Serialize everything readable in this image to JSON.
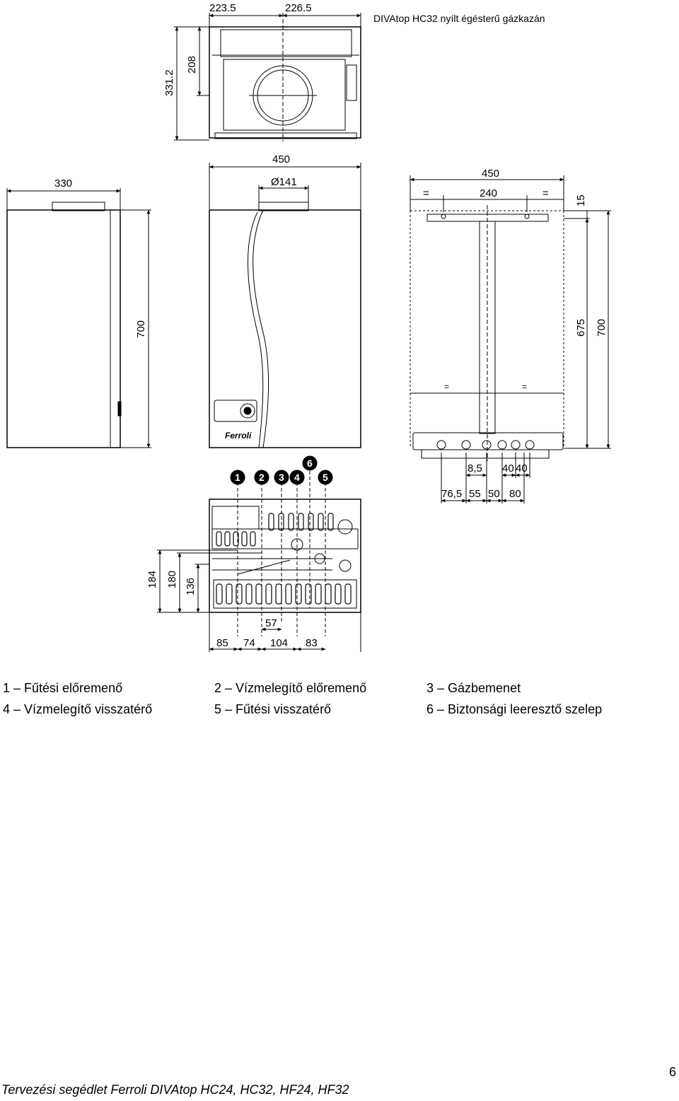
{
  "drawing": {
    "title": "DIVAtop HC32 nyílt égésterű gázkazán",
    "top_view": {
      "dim_left": "223.5",
      "dim_right": "226.5",
      "dim_208": "208",
      "dim_331": "331.2"
    },
    "side_view": {
      "depth": "330",
      "height": "700"
    },
    "front_view": {
      "width": "450",
      "flue": "Ø141",
      "brand": "Ferroli"
    },
    "bracket_view": {
      "width": "450",
      "spacing": "240",
      "eq": "=",
      "top": "15",
      "h675": "675",
      "h700": "700",
      "d8_5": "8,5",
      "d40a": "40",
      "d40b": "40",
      "d76_5": "76,5",
      "d55": "55",
      "d50": "50",
      "d80": "80"
    },
    "bottom_view": {
      "markers": [
        "1",
        "2",
        "3",
        "4",
        "6",
        "5"
      ],
      "d184": "184",
      "d180": "180",
      "d136": "136",
      "d57": "57",
      "d85": "85",
      "d74": "74",
      "d104": "104",
      "d83": "83"
    }
  },
  "legend": {
    "row1": [
      "1 – Fűtési előremenő",
      "2 – Vízmelegítő előremenő",
      "3 – Gázbemenet"
    ],
    "row2": [
      "4 – Vízmelegítő visszatérő",
      "5 – Fűtési visszatérő",
      "6 – Biztonsági leeresztő szelep"
    ]
  },
  "footer": {
    "text": "Tervezési segédlet Ferroli DIVAtop HC24, HC32, HF24, HF32",
    "page": "6"
  }
}
